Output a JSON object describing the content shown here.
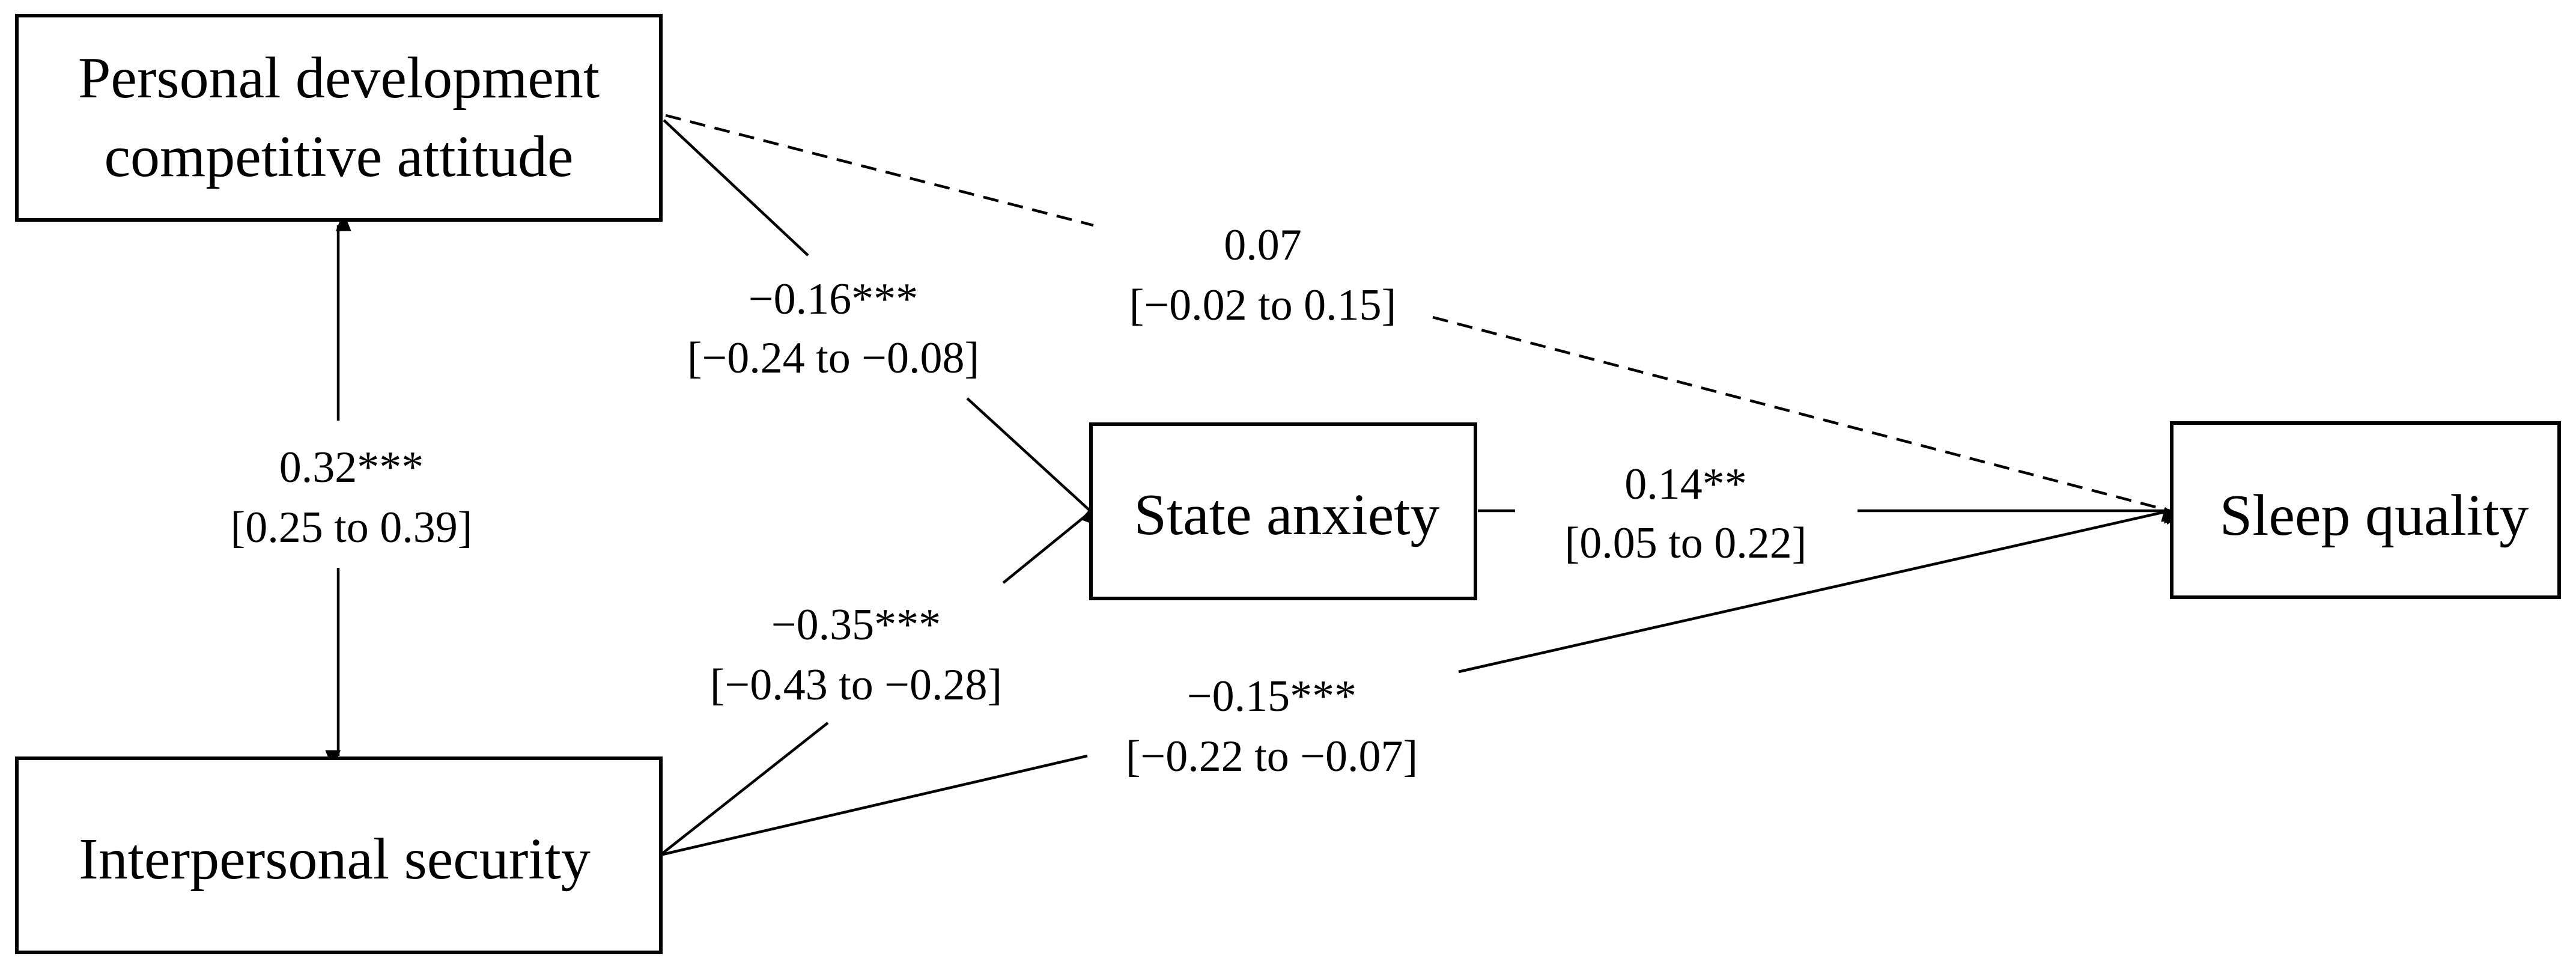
{
  "nodes": {
    "pdca": {
      "line1": "Personal development",
      "line2": "competitive attitude"
    },
    "interpersonal_security": {
      "label": "Interpersonal security"
    },
    "state_anxiety": {
      "label": "State anxiety"
    },
    "sleep_quality": {
      "label": "Sleep quality"
    }
  },
  "paths": {
    "pdca_interpersonal": {
      "coefficient": "0.32***",
      "ci": "[0.25 to 0.39]"
    },
    "pdca_anxiety": {
      "coefficient": "−0.16***",
      "ci": "[−0.24 to −0.08]"
    },
    "pdca_sleep": {
      "coefficient": "0.07",
      "ci": "[−0.02 to 0.15]"
    },
    "security_anxiety": {
      "coefficient": "−0.35***",
      "ci": "[−0.43 to −0.28]"
    },
    "security_sleep": {
      "coefficient": "−0.15***",
      "ci": "[−0.22 to −0.07]"
    },
    "anxiety_sleep": {
      "coefficient": "0.14**",
      "ci": "[0.05 to 0.22]"
    }
  }
}
